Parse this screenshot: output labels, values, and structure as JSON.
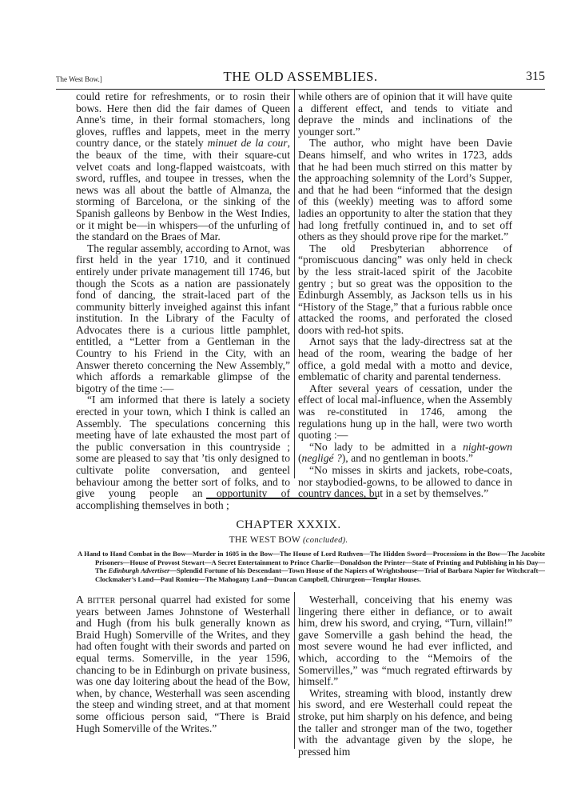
{
  "running_head": {
    "left": "The West Bow.]",
    "center": "THE OLD ASSEMBLIES.",
    "page_number": "315"
  },
  "top_section": {
    "left_column": [
      {
        "indent": false,
        "text": "could retire for refreshments, or to rosin their bows. Here then did the fair dames of Queen Anne's time, in their formal stomachers, long gloves, ruffles and lappets, meet in the merry country dance, or the stately ",
        "italic": "minuet de la cour",
        "after": ", the beaux of the time, with their square-cut velvet coats and long-flapped waistcoats, with sword, ruffles, and toupee in tresses, when the news was all about the battle of Almanza, the storming of Barcelona, or the sinking of the Spanish galleons by Benbow in the West Indies, or it might be—in whispers—of the unfurling of the standard on the Braes of Mar."
      },
      {
        "indent": true,
        "text": "The regular assembly, according to Arnot, was first held in the year 1710, and it continued entirely under private management till 1746, but though the Scots as a nation are passionately fond of dancing, the strait-laced part of the community bitterly inveighed against this infant institution. In the Library of the Faculty of Advocates there is a curious little pamphlet, entitled, a “Letter from a Gentleman in the Country to his Friend in the City, with an Answer thereto concerning the New Assembly,” which affords a remarkable glimpse of the bigotry of the time :—"
      },
      {
        "indent": true,
        "text": "“I am informed that there is lately a society erected in your town, which I think is called an Assembly. The speculations concerning this meeting have of late exhausted the most part of the public conversation in this countryside ; some are pleased to say that ’tis only designed to cultivate polite conversation, and genteel behaviour among the better sort of folks, and to give young people an opportunity of accomplishing themselves in both ;"
      }
    ],
    "right_column": [
      {
        "indent": false,
        "text": "while others are of opinion that it will have quite a different effect, and tends to vitiate and deprave the minds and inclinations of the younger sort.”"
      },
      {
        "indent": true,
        "text": "The author, who might have been Davie Deans himself, and who writes in 1723, adds that he had been much stirred on this matter by the approaching solemnity of the Lord’s Supper, and that he had been “informed that the design of this (weekly) meeting was to afford some ladies an opportunity to alter the station that they had long fretfully continued in, and to set off others as they should prove ripe for the market.”"
      },
      {
        "indent": true,
        "text": "The old Presbyterian abhorrence of “promiscuous dancing” was only held in check by the less strait-laced spirit of the Jacobite gentry ; but so great was the opposition to the Edinburgh Assembly, as Jackson tells us in his “History of the Stage,” that a furious rabble once attacked the rooms, and perforated the closed doors with red-hot spits."
      },
      {
        "indent": true,
        "text": "Arnot says that the lady-directress sat at the head of the room, wearing the badge of her office, a gold medal with a motto and device, emblematic of charity and parental tenderness."
      },
      {
        "indent": true,
        "text": "After several years of cessation, under the effect of local mal-influence, when the Assembly was re-constituted in 1746, among the regulations hung up in the hall, were two worth quoting :—"
      },
      {
        "indent": true,
        "text": "“No lady to be admitted in a ",
        "italic": "night-gown",
        "after": " (",
        "italic2": "negligé ?",
        "after2": "), and no gentleman in boots.”"
      },
      {
        "indent": true,
        "text": "“No misses in skirts and jackets, robe-coats, nor staybodied-gowns, to be allowed to dance in country dances, but in a set by themselves.”"
      }
    ]
  },
  "chapter": {
    "title": "CHAPTER XXXIX.",
    "subtitle": "THE WEST BOW",
    "subtitle_italic": "(concluded).",
    "synopsis_1": "A Hand to Hand Combat in the Bow—Murder in 1605 in the Bow—The House of Lord Ruthven—The Hidden Sword—Processions in the Bow—The Jacobite Prisoners—House of Provost Stewart—A Secret Entertainment to Prince Charlie—Donaldson the Printer—State of Printing and Publishing in his Day—The ",
    "synopsis_italic": "Edinburgh Advertiser",
    "synopsis_2": "—Splendid Fortune of his Descendant—Town House of the Napiers of Wrightshouse—Trial of Barbara Napier for Witchcraft—Clockmaker’s Land—Paul Romieu—The Mahogany Land—Duncan Campbell, Chirurgeon—Templar Houses."
  },
  "bottom_section": {
    "left_column": [
      {
        "indent": false,
        "lead": "A bitter",
        "text": " personal quarrel had existed for some years between James Johnstone of Westerhall and Hugh (from his bulk generally known as Braid Hugh) Somerville of the Writes, and they had often fought with their swords and parted on equal terms. Somerville, in the year 1596, chancing to be in Edinburgh on private business, was one day loitering about the head of the Bow, when, by chance, Westerhall was seen ascending the steep and winding street, and at that moment some officious person said, “There is Braid Hugh Somerville of the Writes.”"
      }
    ],
    "right_column": [
      {
        "indent": true,
        "text": "Westerhall, conceiving that his enemy was lingering there either in defiance, or to await him, drew his sword, and crying, “Turn, villain!” gave Somerville a gash behind the head, the most severe wound he had ever inflicted, and which, according to the “Memoirs of the Somervilles,” was “much regrated eftirwards by himself.”"
      },
      {
        "indent": true,
        "text": "Writes, streaming with blood, instantly drew his sword, and ere Westerhall could repeat the stroke, put him sharply on his defence, and being the taller and stronger man of the two, together with the advantage given by the slope, he pressed him"
      }
    ]
  }
}
